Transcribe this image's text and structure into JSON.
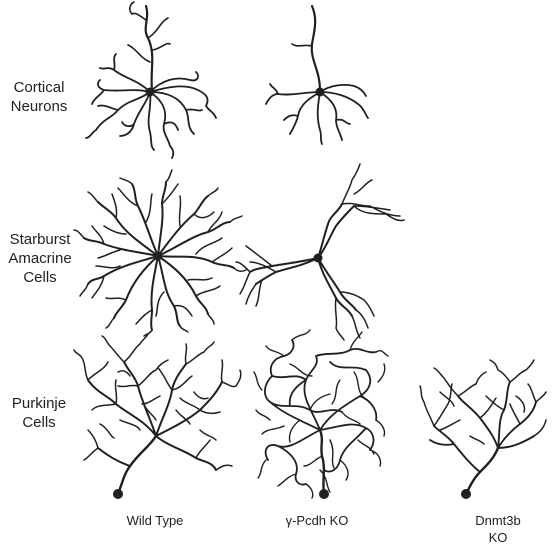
{
  "rows": [
    {
      "id": "cortical",
      "label_lines": [
        "Cortical",
        "Neurons"
      ]
    },
    {
      "id": "starburst",
      "label_lines": [
        "Starburst",
        "Amacrine",
        "Cells"
      ]
    },
    {
      "id": "purkinje",
      "label_lines": [
        "Purkinje",
        "Cells"
      ]
    }
  ],
  "columns": [
    {
      "id": "wt",
      "label_lines": [
        "Wild Type"
      ]
    },
    {
      "id": "pcdh",
      "label_lines": [
        "γ-Pcdh KO"
      ]
    },
    {
      "id": "dnmt",
      "label_lines": [
        "Dnmt3b",
        "KO"
      ]
    }
  ],
  "colors": {
    "ink": "#231f20",
    "background": "#ffffff"
  }
}
